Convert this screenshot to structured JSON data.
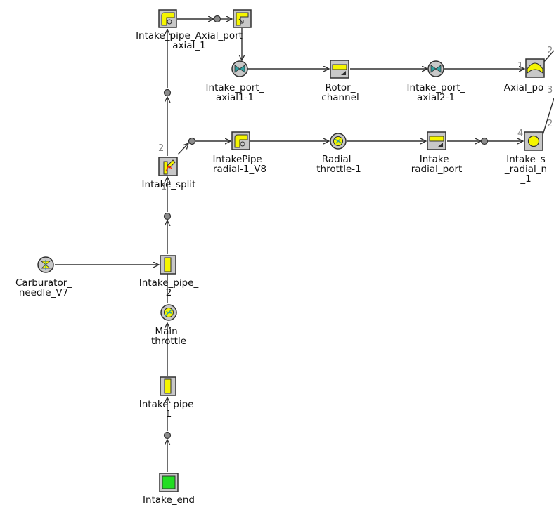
{
  "components": {
    "intake_pipe_axial_1": {
      "label_line1": "Intake_pipe_",
      "label_line2": "axial_1"
    },
    "axial_port": {
      "label": "Axial_port"
    },
    "intake_port_axial1": {
      "label_line1": "Intake_port_",
      "label_line2": "axial1-1"
    },
    "rotor_channel": {
      "label_line1": "Rotor_",
      "label_line2": "channel"
    },
    "intake_port_axial2": {
      "label_line1": "Intake_port_",
      "label_line2": "axial2-1"
    },
    "axial_port_right": {
      "label": "Axial_po"
    },
    "intake_split": {
      "label": "Intake_split",
      "port_top": "2",
      "port_bottom": "1"
    },
    "intakepipe_radial": {
      "label_line1": "IntakePipe_",
      "label_line2": "radial-1_V8"
    },
    "radial_throttle": {
      "label_line1": "Radial_",
      "label_line2": "throttle-1"
    },
    "intake_radial_port": {
      "label_line1": "Intake_",
      "label_line2": "radial_port"
    },
    "intake_s_radial": {
      "label_line1": "Intake_s",
      "label_line2": "_radial_n",
      "label_line3": "_1",
      "port_left": "4"
    },
    "carburator_needle": {
      "label_line1": "Carburator_",
      "label_line2": "needle_V7"
    },
    "intake_pipe_2": {
      "label_line1": "Intake_pipe_",
      "label_line2": "2"
    },
    "main_throttle": {
      "label_line1": "Main_",
      "label_line2": "throttle"
    },
    "intake_pipe_1": {
      "label_line1": "Intake_pipe_",
      "label_line2": "1"
    },
    "intake_end": {
      "label": "Intake_end"
    },
    "right_edge_ports": {
      "p1": "1",
      "p2": "2",
      "p3": "3",
      "p2b": "2"
    }
  },
  "colors": {
    "line": "#303030",
    "block_fill": "#c8c8c8",
    "yellow": "#f5f500",
    "green": "#22dd22",
    "port_gray": "#8c8c8c",
    "teal": "#2fa0a0"
  }
}
